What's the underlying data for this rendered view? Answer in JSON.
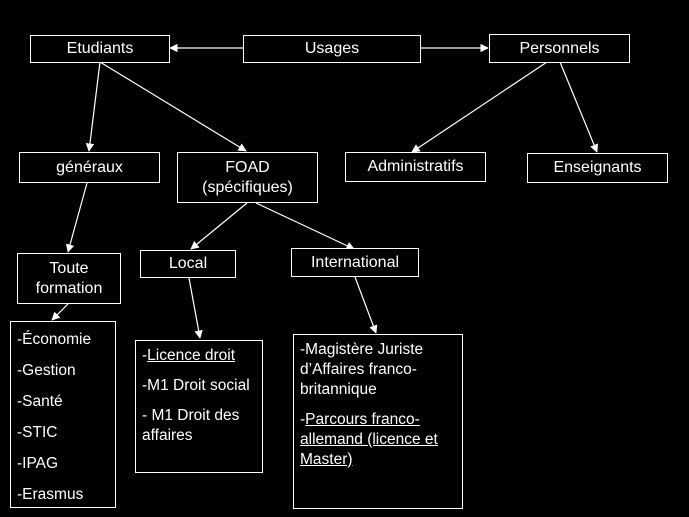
{
  "diagram": {
    "background": "#000000",
    "line_color": "#ffffff",
    "nodes": {
      "usages": "Usages",
      "etudiants": "Etudiants",
      "personnels": "Personnels",
      "generaux": "généraux",
      "foad_line1": "FOAD",
      "foad_line2": "(spécifiques)",
      "administratifs": "Administratifs",
      "enseignants": "Enseignants",
      "toute_line1": "Toute",
      "toute_line2": "formation",
      "local": "Local",
      "international": "International"
    },
    "formations_list": [
      "-Économie",
      "-Gestion",
      "-Santé",
      "-STIC",
      "-IPAG",
      "-Erasmus"
    ],
    "local_list": {
      "item1_prefix": "-",
      "item1_link": "Licence droit",
      "item2": "-M1 Droit social",
      "item3": "- M1 Droit des affaires"
    },
    "international_list": {
      "item1": "-Magistère Juriste d’Affaires franco-britannique",
      "item2_prefix": "-",
      "item2_link": "Parcours franco-allemand (licence et Master)"
    }
  }
}
